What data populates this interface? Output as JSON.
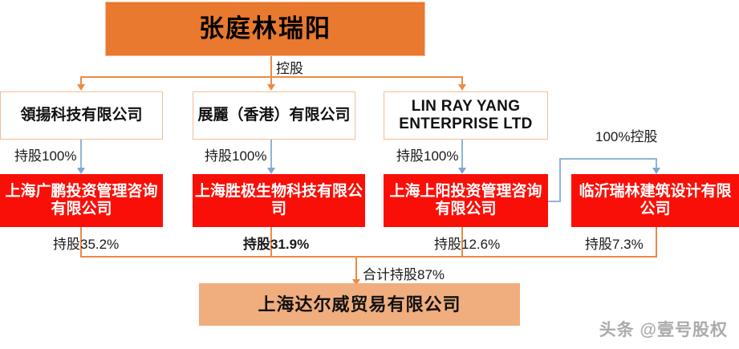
{
  "diagram": {
    "title_node": {
      "label": "张庭林瑞阳"
    },
    "control_label": "控股",
    "hk_control_label": "100%控股",
    "total_label": "合计持股87%",
    "holders": [
      {
        "name": "領揚科技有限公司",
        "stake_label": "持股100%"
      },
      {
        "name": "展麗（香港）有限公司",
        "stake_label": "持股100%"
      },
      {
        "name": "LIN RAY YANG ENTERPRISE LTD",
        "stake_label": "持股100%"
      }
    ],
    "subsidiaries": [
      {
        "name": "上海广鹏投资管理咨询有限公司",
        "stake_label": "持股35.2%"
      },
      {
        "name": "上海胜极生物科技有限公司",
        "stake_label": "持股31.9%"
      },
      {
        "name": "上海上阳投资管理咨询有限公司",
        "stake_label": "持股12.6%"
      },
      {
        "name": "临沂瑞林建筑设计有限公司",
        "stake_label": "持股7.3%"
      }
    ],
    "target_node": {
      "label": "上海达尔威贸易有限公司"
    },
    "watermark": "头条 @壹号股权"
  },
  "colors": {
    "root_fill": "#E8792E",
    "red_fill": "#FA0F08",
    "target_fill": "#F0AD7D",
    "orange_line": "#ED8A46",
    "blue_line": "#8FB4DC"
  }
}
